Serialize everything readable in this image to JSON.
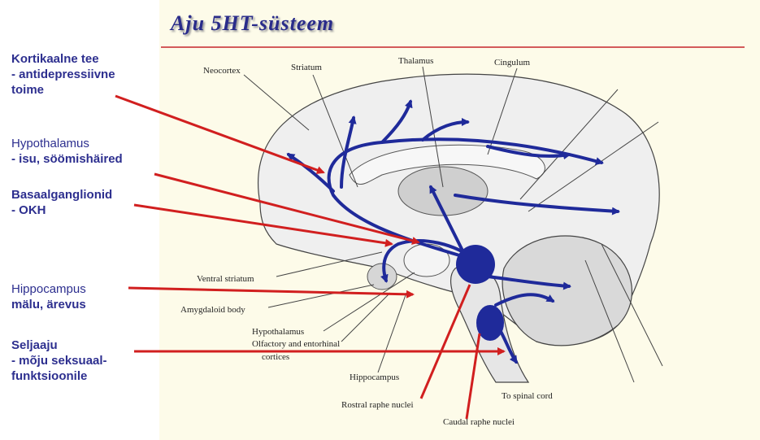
{
  "title": "Aju 5HT-süsteem",
  "colors": {
    "accent_blue": "#2d2f8f",
    "pathway_blue": "#1f2a9a",
    "arrow_red": "#d11f1f",
    "rule_red": "#d35a5a",
    "panel_bg": "#fdfbe9"
  },
  "callouts": [
    {
      "lines": [
        "Kortikaalne tee",
        "- antidepressiivne",
        "toime"
      ]
    },
    {
      "lines": [
        "Hypothalamus",
        "- isu, söömishäired"
      ]
    },
    {
      "lines": [
        "Basaalganglionid",
        "- OKH"
      ]
    },
    {
      "lines": [
        "Hippocampus",
        "mälu, ärevus"
      ]
    },
    {
      "lines": [
        "Seljaaju",
        "- mõju seksuaal-",
        "funktsioonile"
      ]
    }
  ],
  "labels": {
    "neocortex": "Neocortex",
    "striatum": "Striatum",
    "thalamus": "Thalamus",
    "cingulum": "Cingulum",
    "ventral_striatum": "Ventral striatum",
    "amygdaloid_body": "Amygdaloid body",
    "hypothalamus": "Hypothalamus",
    "olfactory_1": "Olfactory and entorhinal",
    "olfactory_2": "cortices",
    "hippocampus": "Hippocampus",
    "rostral_raphe": "Rostral raphe nuclei",
    "caudal_raphe": "Caudal raphe nuclei",
    "spinal_cord": "To spinal cord"
  }
}
